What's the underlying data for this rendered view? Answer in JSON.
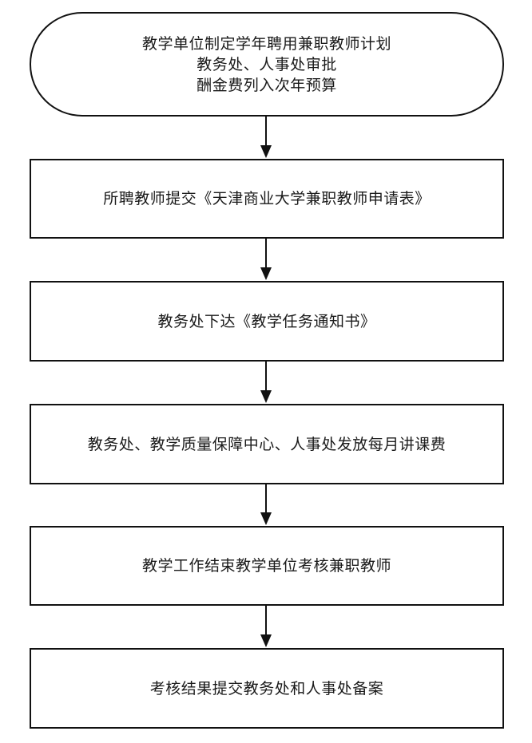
{
  "flowchart": {
    "start": {
      "lines": [
        "教学单位制定学年聘用兼职教师计划",
        "教务处、人事处审批",
        "酬金费列入次年预算"
      ]
    },
    "steps": [
      {
        "text": "所聘教师提交《天津商业大学兼职教师申请表》"
      },
      {
        "text": "教务处下达《教学任务通知书》"
      },
      {
        "text": "教务处、教学质量保障中心、人事处发放每月讲课费"
      },
      {
        "text": "教学工作结束教学单位考核兼职教师"
      },
      {
        "text": "考核结果提交教务处和人事处备案"
      }
    ]
  },
  "colors": {
    "stroke": "#111111",
    "background": "#ffffff",
    "text": "#1a1a1a"
  }
}
